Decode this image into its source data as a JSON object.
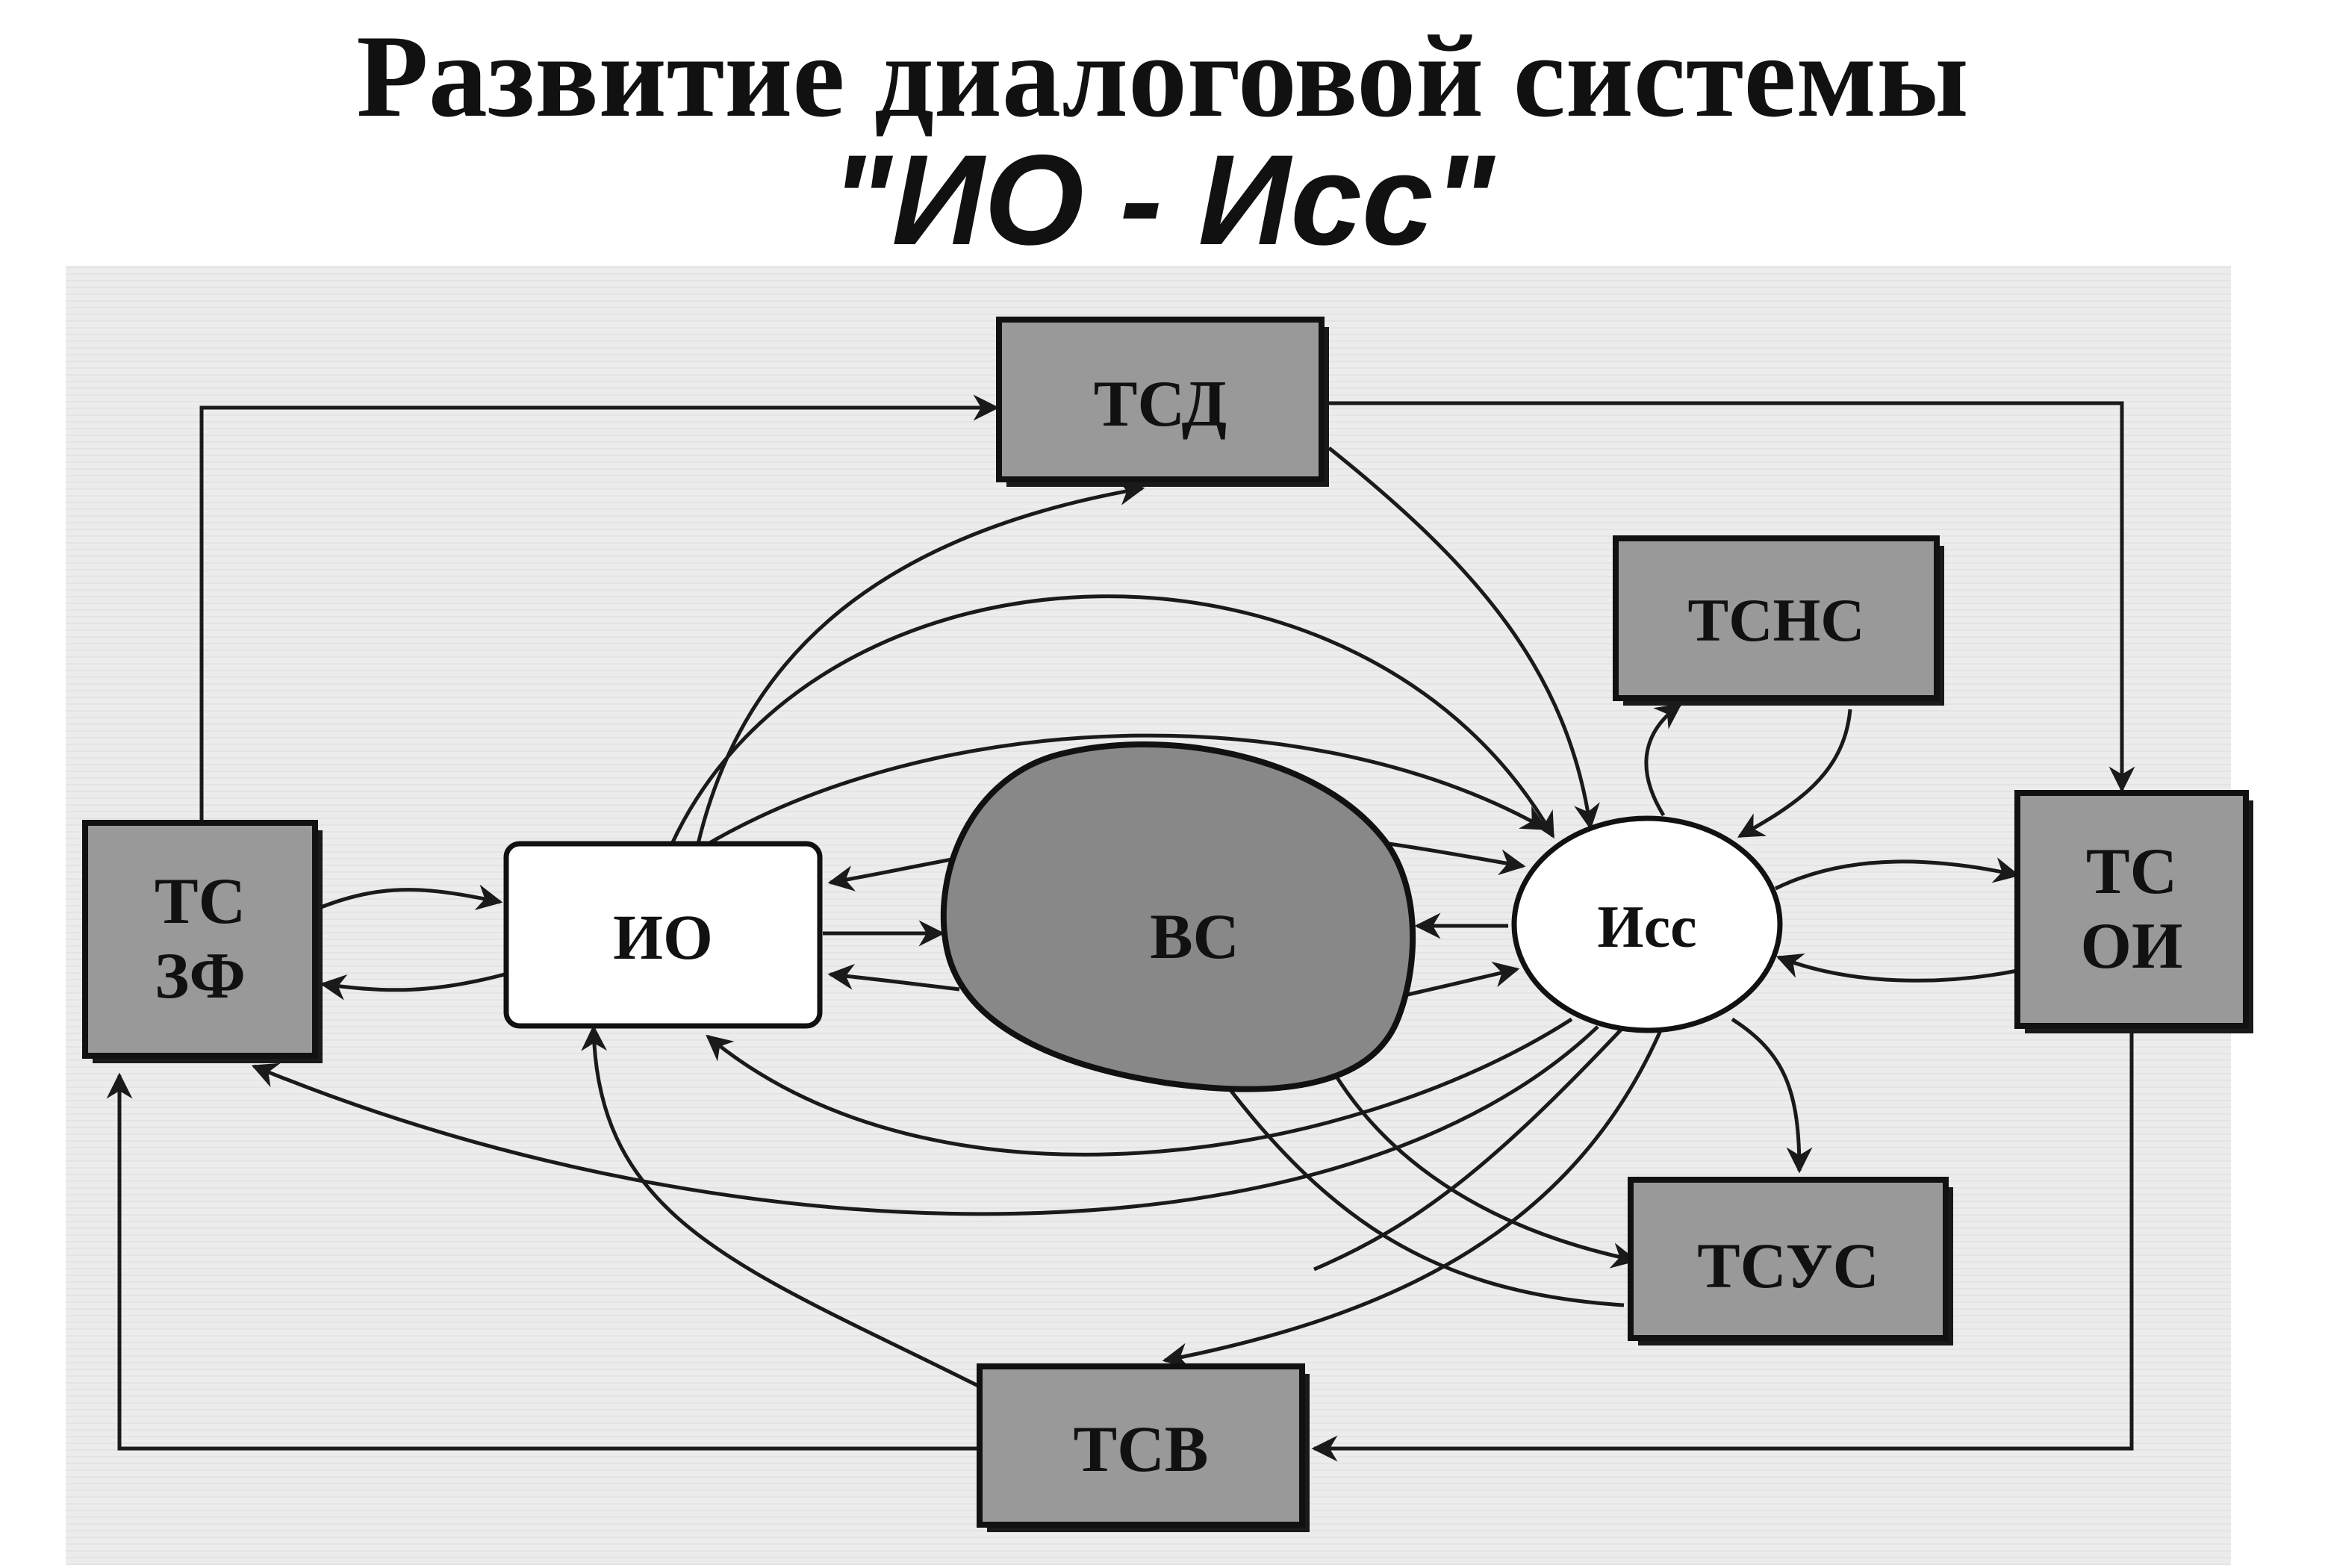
{
  "title": {
    "line1": "Развитие диалоговой системы",
    "line2": "\"ИО - Исс\""
  },
  "nodes": {
    "tsd": {
      "lines": [
        "ТСД"
      ]
    },
    "tsns": {
      "lines": [
        "ТСНС"
      ]
    },
    "tszf": {
      "lines": [
        "ТС",
        "ЗФ"
      ]
    },
    "io": {
      "lines": [
        "ИО"
      ]
    },
    "vs": {
      "lines": [
        "ВС"
      ]
    },
    "iss": {
      "lines": [
        "Исс"
      ]
    },
    "tsoi": {
      "lines": [
        "ТС",
        "ОИ"
      ]
    },
    "tsus": {
      "lines": [
        "ТСУС"
      ]
    },
    "tsv": {
      "lines": [
        "ТСВ"
      ]
    }
  },
  "colors": {
    "box_fill": "#999999",
    "vs_fill": "#888888",
    "io_fill": "#ffffff",
    "stroke": "#111111"
  }
}
